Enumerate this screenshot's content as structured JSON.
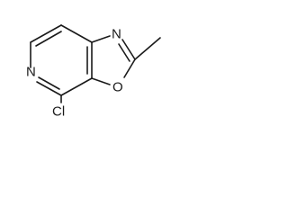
{
  "structure": {
    "atoms": {
      "N_pyridine": "N",
      "N_oxazole": "N",
      "O_oxazole": "O",
      "Cl": "Cl"
    }
  },
  "colors": {
    "bond": "#1a1a1a",
    "label": "#1a1a1a",
    "background": "#ffffff"
  }
}
